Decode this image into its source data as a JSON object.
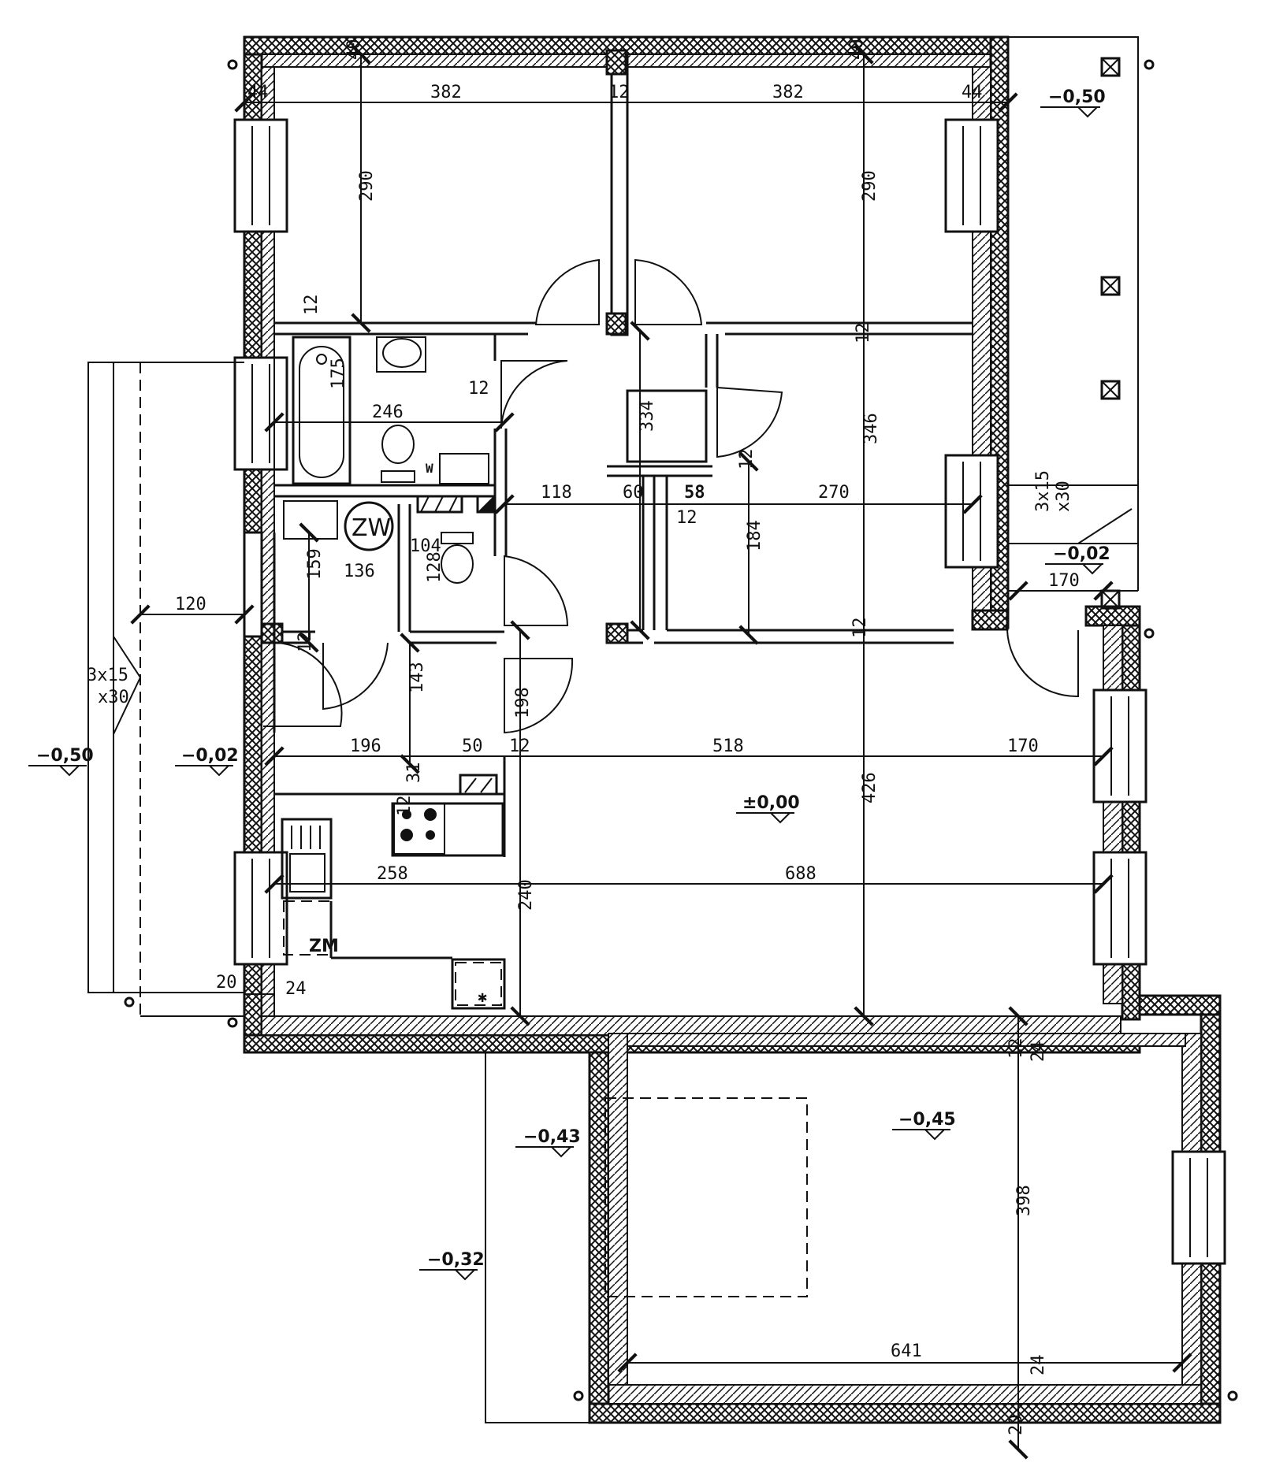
{
  "dimensions": {
    "d_44_left": "44",
    "d_382_a": "382",
    "d_12_top": "12",
    "d_382_b": "382",
    "d_44_right": "44",
    "d_40_left": "40",
    "d_40_right": "40",
    "d_290_a": "290",
    "d_290_b": "290",
    "d_12_bath_v": "12",
    "d_12_bath_h": "12",
    "d_12_bed_v": "12",
    "d_175": "175",
    "d_246": "246",
    "d_334": "334",
    "d_346": "346",
    "d_118": "118",
    "d_60": "60",
    "d_58": "58",
    "d_12_hall": "12",
    "d_12_hall_v": "12",
    "d_270": "270",
    "d_104": "104",
    "d_136": "136",
    "d_159": "159",
    "d_128": "128",
    "d_184": "184",
    "d_120": "120",
    "d_12_entry": "12",
    "d_143": "143",
    "d_198": "198",
    "d_12_mid": "12",
    "d_196": "196",
    "d_50": "50",
    "d_12_kit": "12",
    "d_518": "518",
    "d_170_a": "170",
    "d_31": "31",
    "d_12_stove": "12",
    "d_426": "426",
    "d_258": "258",
    "d_688": "688",
    "d_240": "240",
    "d_20_left": "20",
    "d_24_left": "24",
    "d_12_gar": "12",
    "d_24_gar_top": "24",
    "d_398": "398",
    "d_641": "641",
    "d_24_gar_bot": "24",
    "d_20_bot": "20",
    "d_170_b": "170",
    "d_12_bed_bottom": "12"
  },
  "levels": {
    "lvl_050_tr": "−0,50",
    "lvl_002_right": "−0,02",
    "lvl_050_left": "−0,50",
    "lvl_002_left": "−0,02",
    "lvl_000": "±0,00",
    "lvl_045": "−0,45",
    "lvl_043": "−0,43",
    "lvl_032": "−0,32"
  },
  "stairs": {
    "left_top": "3x15",
    "left_bottom": "x30",
    "right_top": "3x15",
    "right_bottom": "x30"
  },
  "fixtures": {
    "boiler": "ZW",
    "washer": "W",
    "fridge": "ZM"
  },
  "icons": [
    "door-swing-icon",
    "window-icon",
    "column-icon",
    "level-marker-icon",
    "hatched-wall-icon",
    "chimney-vent-icon"
  ]
}
